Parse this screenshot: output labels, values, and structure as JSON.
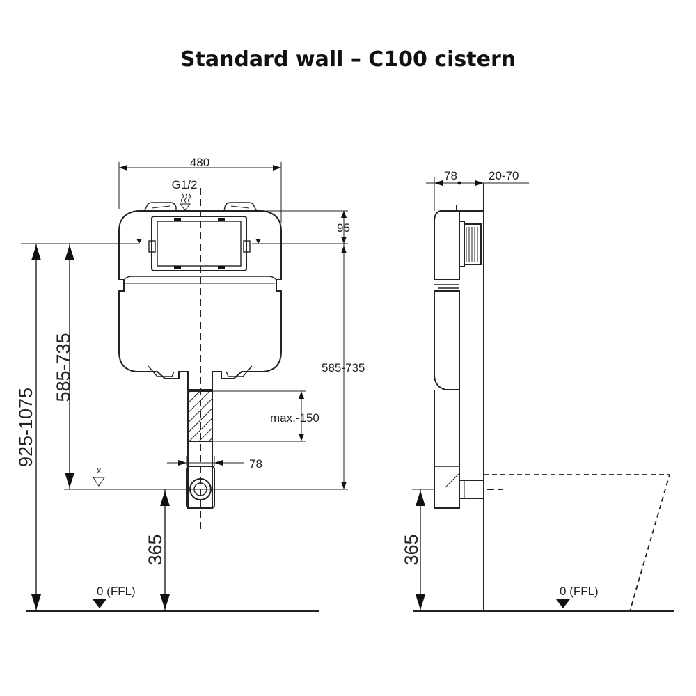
{
  "title": "Standard wall – C100 cistern",
  "front_view": {
    "width": "480",
    "inlet": "G1/2",
    "top_offset": "95",
    "flush_height_right": "585-735",
    "flush_height_left": "585-735",
    "total_height": "925-1075",
    "pipe_extension": "max.-150",
    "outlet_width": "78",
    "outlet_height": "365",
    "outlet_marker": "x",
    "floor_level": "0 (FFL)"
  },
  "side_view": {
    "depth": "78",
    "wall_gap": "20-70",
    "outlet_height": "365",
    "floor_level": "0 (FFL)"
  }
}
